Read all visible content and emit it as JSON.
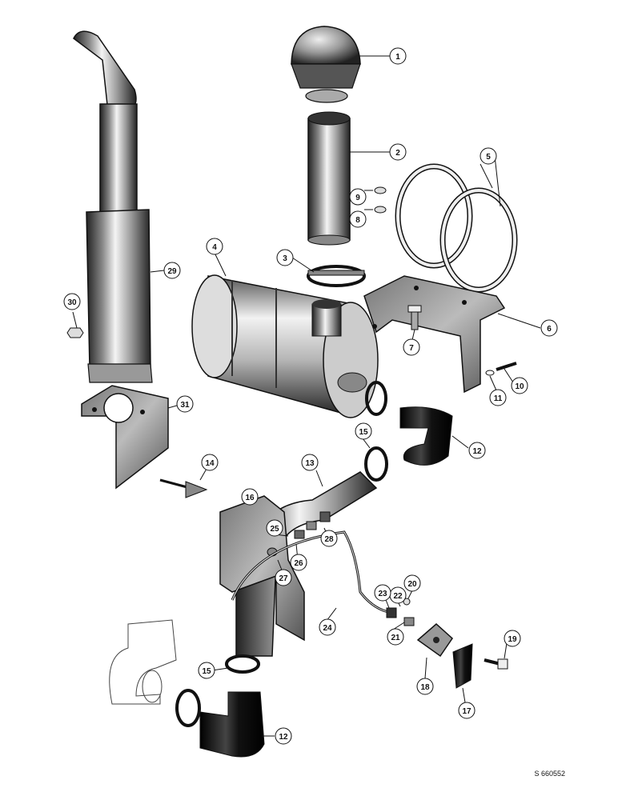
{
  "drawing_code": "S 660552",
  "callouts": [
    {
      "id": "c1",
      "num": "1"
    },
    {
      "id": "c2",
      "num": "2"
    },
    {
      "id": "c3",
      "num": "3"
    },
    {
      "id": "c4",
      "num": "4"
    },
    {
      "id": "c5",
      "num": "5"
    },
    {
      "id": "c6",
      "num": "6"
    },
    {
      "id": "c7",
      "num": "7"
    },
    {
      "id": "c8",
      "num": "8"
    },
    {
      "id": "c9",
      "num": "9"
    },
    {
      "id": "c10",
      "num": "10"
    },
    {
      "id": "c11",
      "num": "11"
    },
    {
      "id": "c12a",
      "num": "12"
    },
    {
      "id": "c12b",
      "num": "12"
    },
    {
      "id": "c13",
      "num": "13"
    },
    {
      "id": "c14",
      "num": "14"
    },
    {
      "id": "c15a",
      "num": "15"
    },
    {
      "id": "c15b",
      "num": "15"
    },
    {
      "id": "c16",
      "num": "16"
    },
    {
      "id": "c17",
      "num": "17"
    },
    {
      "id": "c18",
      "num": "18"
    },
    {
      "id": "c19",
      "num": "19"
    },
    {
      "id": "c20",
      "num": "20"
    },
    {
      "id": "c21",
      "num": "21"
    },
    {
      "id": "c22",
      "num": "22"
    },
    {
      "id": "c23",
      "num": "23"
    },
    {
      "id": "c24",
      "num": "24"
    },
    {
      "id": "c25",
      "num": "25"
    },
    {
      "id": "c26",
      "num": "26"
    },
    {
      "id": "c27",
      "num": "27"
    },
    {
      "id": "c28",
      "num": "28"
    },
    {
      "id": "c29",
      "num": "29"
    },
    {
      "id": "c30",
      "num": "30"
    },
    {
      "id": "c31",
      "num": "31"
    }
  ]
}
